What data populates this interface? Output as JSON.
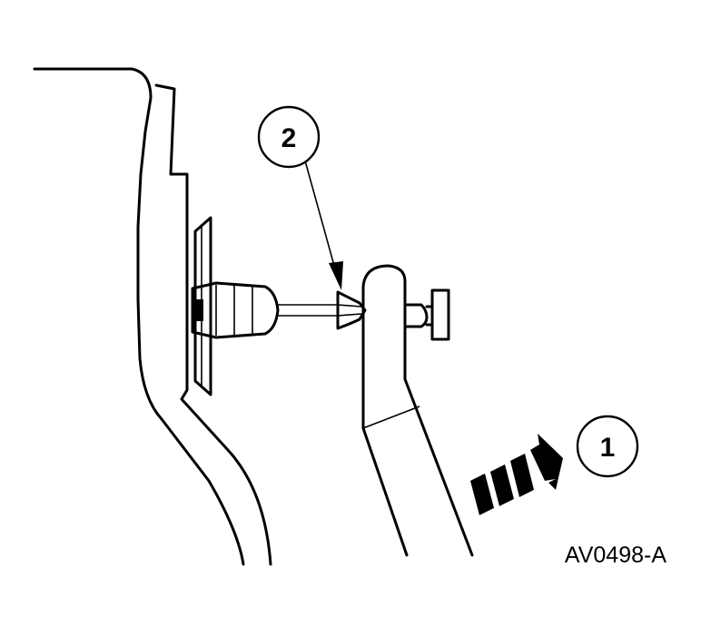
{
  "figure": {
    "reference_code": "AV0498-A",
    "callouts": [
      {
        "number": "1",
        "meaning": ""
      },
      {
        "number": "2",
        "meaning": ""
      }
    ],
    "line_color": "#000000",
    "background_color": "#ffffff"
  }
}
